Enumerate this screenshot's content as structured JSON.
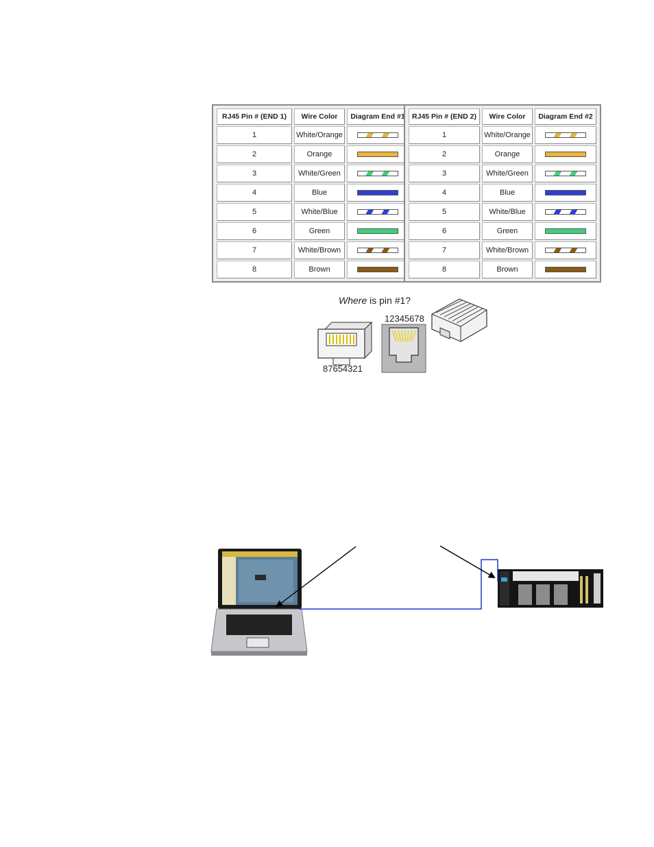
{
  "tables": [
    {
      "headers": [
        "RJ45 Pin # (END 1)",
        "Wire Color",
        "Diagram End #1"
      ],
      "rows": [
        {
          "pin": "1",
          "color": "White/Orange",
          "swatch": "#e8b43c",
          "striped": true
        },
        {
          "pin": "2",
          "color": "Orange",
          "swatch": "#e8b43c",
          "striped": false
        },
        {
          "pin": "3",
          "color": "White/Green",
          "swatch": "#3fd17a",
          "striped": true
        },
        {
          "pin": "4",
          "color": "Blue",
          "swatch": "#2f3fd6",
          "striped": false
        },
        {
          "pin": "5",
          "color": "White/Blue",
          "swatch": "#2f3fd6",
          "striped": true
        },
        {
          "pin": "6",
          "color": "Green",
          "swatch": "#3fd17a",
          "striped": false
        },
        {
          "pin": "7",
          "color": "White/Brown",
          "swatch": "#8a5a14",
          "striped": true
        },
        {
          "pin": "8",
          "color": "Brown",
          "swatch": "#8a5a14",
          "striped": false
        }
      ]
    },
    {
      "headers": [
        "RJ45 Pin # (END 2)",
        "Wire Color",
        "Diagram End #2"
      ],
      "rows": [
        {
          "pin": "1",
          "color": "White/Orange",
          "swatch": "#e8b43c",
          "striped": true
        },
        {
          "pin": "2",
          "color": "Orange",
          "swatch": "#e8b43c",
          "striped": false
        },
        {
          "pin": "3",
          "color": "White/Green",
          "swatch": "#3fd17a",
          "striped": true
        },
        {
          "pin": "4",
          "color": "Blue",
          "swatch": "#2f3fd6",
          "striped": false
        },
        {
          "pin": "5",
          "color": "White/Blue",
          "swatch": "#2f3fd6",
          "striped": true
        },
        {
          "pin": "6",
          "color": "Green",
          "swatch": "#3fd17a",
          "striped": false
        },
        {
          "pin": "7",
          "color": "White/Brown",
          "swatch": "#8a5a14",
          "striped": true
        },
        {
          "pin": "8",
          "color": "Brown",
          "swatch": "#8a5a14",
          "striped": false
        }
      ]
    }
  ],
  "connector": {
    "question_emph": "Where",
    "question_rest": " is pin #1?",
    "pins_reversed": "87654321",
    "pins_forward": "12345678"
  },
  "colors": {
    "cable": "#2233cc",
    "conductor": "#e6d21e"
  }
}
